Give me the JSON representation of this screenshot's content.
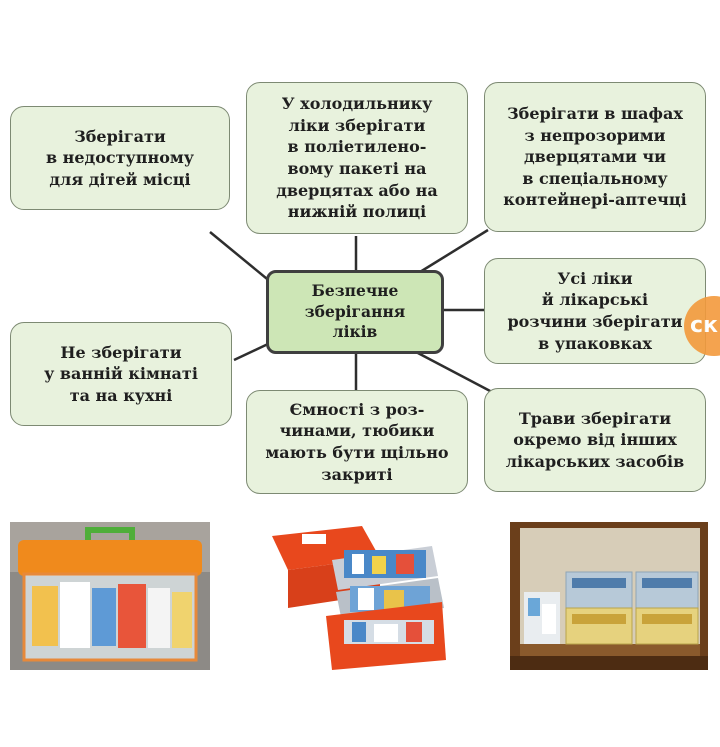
{
  "center": {
    "label": "Безпечне\nзберігання\nліків"
  },
  "boxes": {
    "fridge": "У холодильнику\nліки зберігати\nв поліетилено-\nвому пакеті на\nдверцятах або на\nнижній полиці",
    "children": "Зберігати\nв недоступному\nдля дітей місці",
    "cabinet": "Зберігати в шафах\nз непрозорими\nдверцятами чи\nв спеціальному\nконтейнері-аптечці",
    "packaging": "Усі ліки\nй лікарські\nрозчини зберігати\nв упаковках",
    "bathroom": "Не зберігати\nу ванній кімнаті\nта на кухні",
    "containers": "Ємності з роз-\nчинами, тюбики\nмають бути щільно\nзакриті",
    "herbs": "Трави зберігати\nокремо від інших\nлікарських засобів"
  },
  "watermark": {
    "text": "ск"
  },
  "colors": {
    "box_fill": "#e8f2dd",
    "center_fill": "#cde6b6",
    "box_border": "#7d8a73",
    "connector": "#2e2e2e"
  }
}
